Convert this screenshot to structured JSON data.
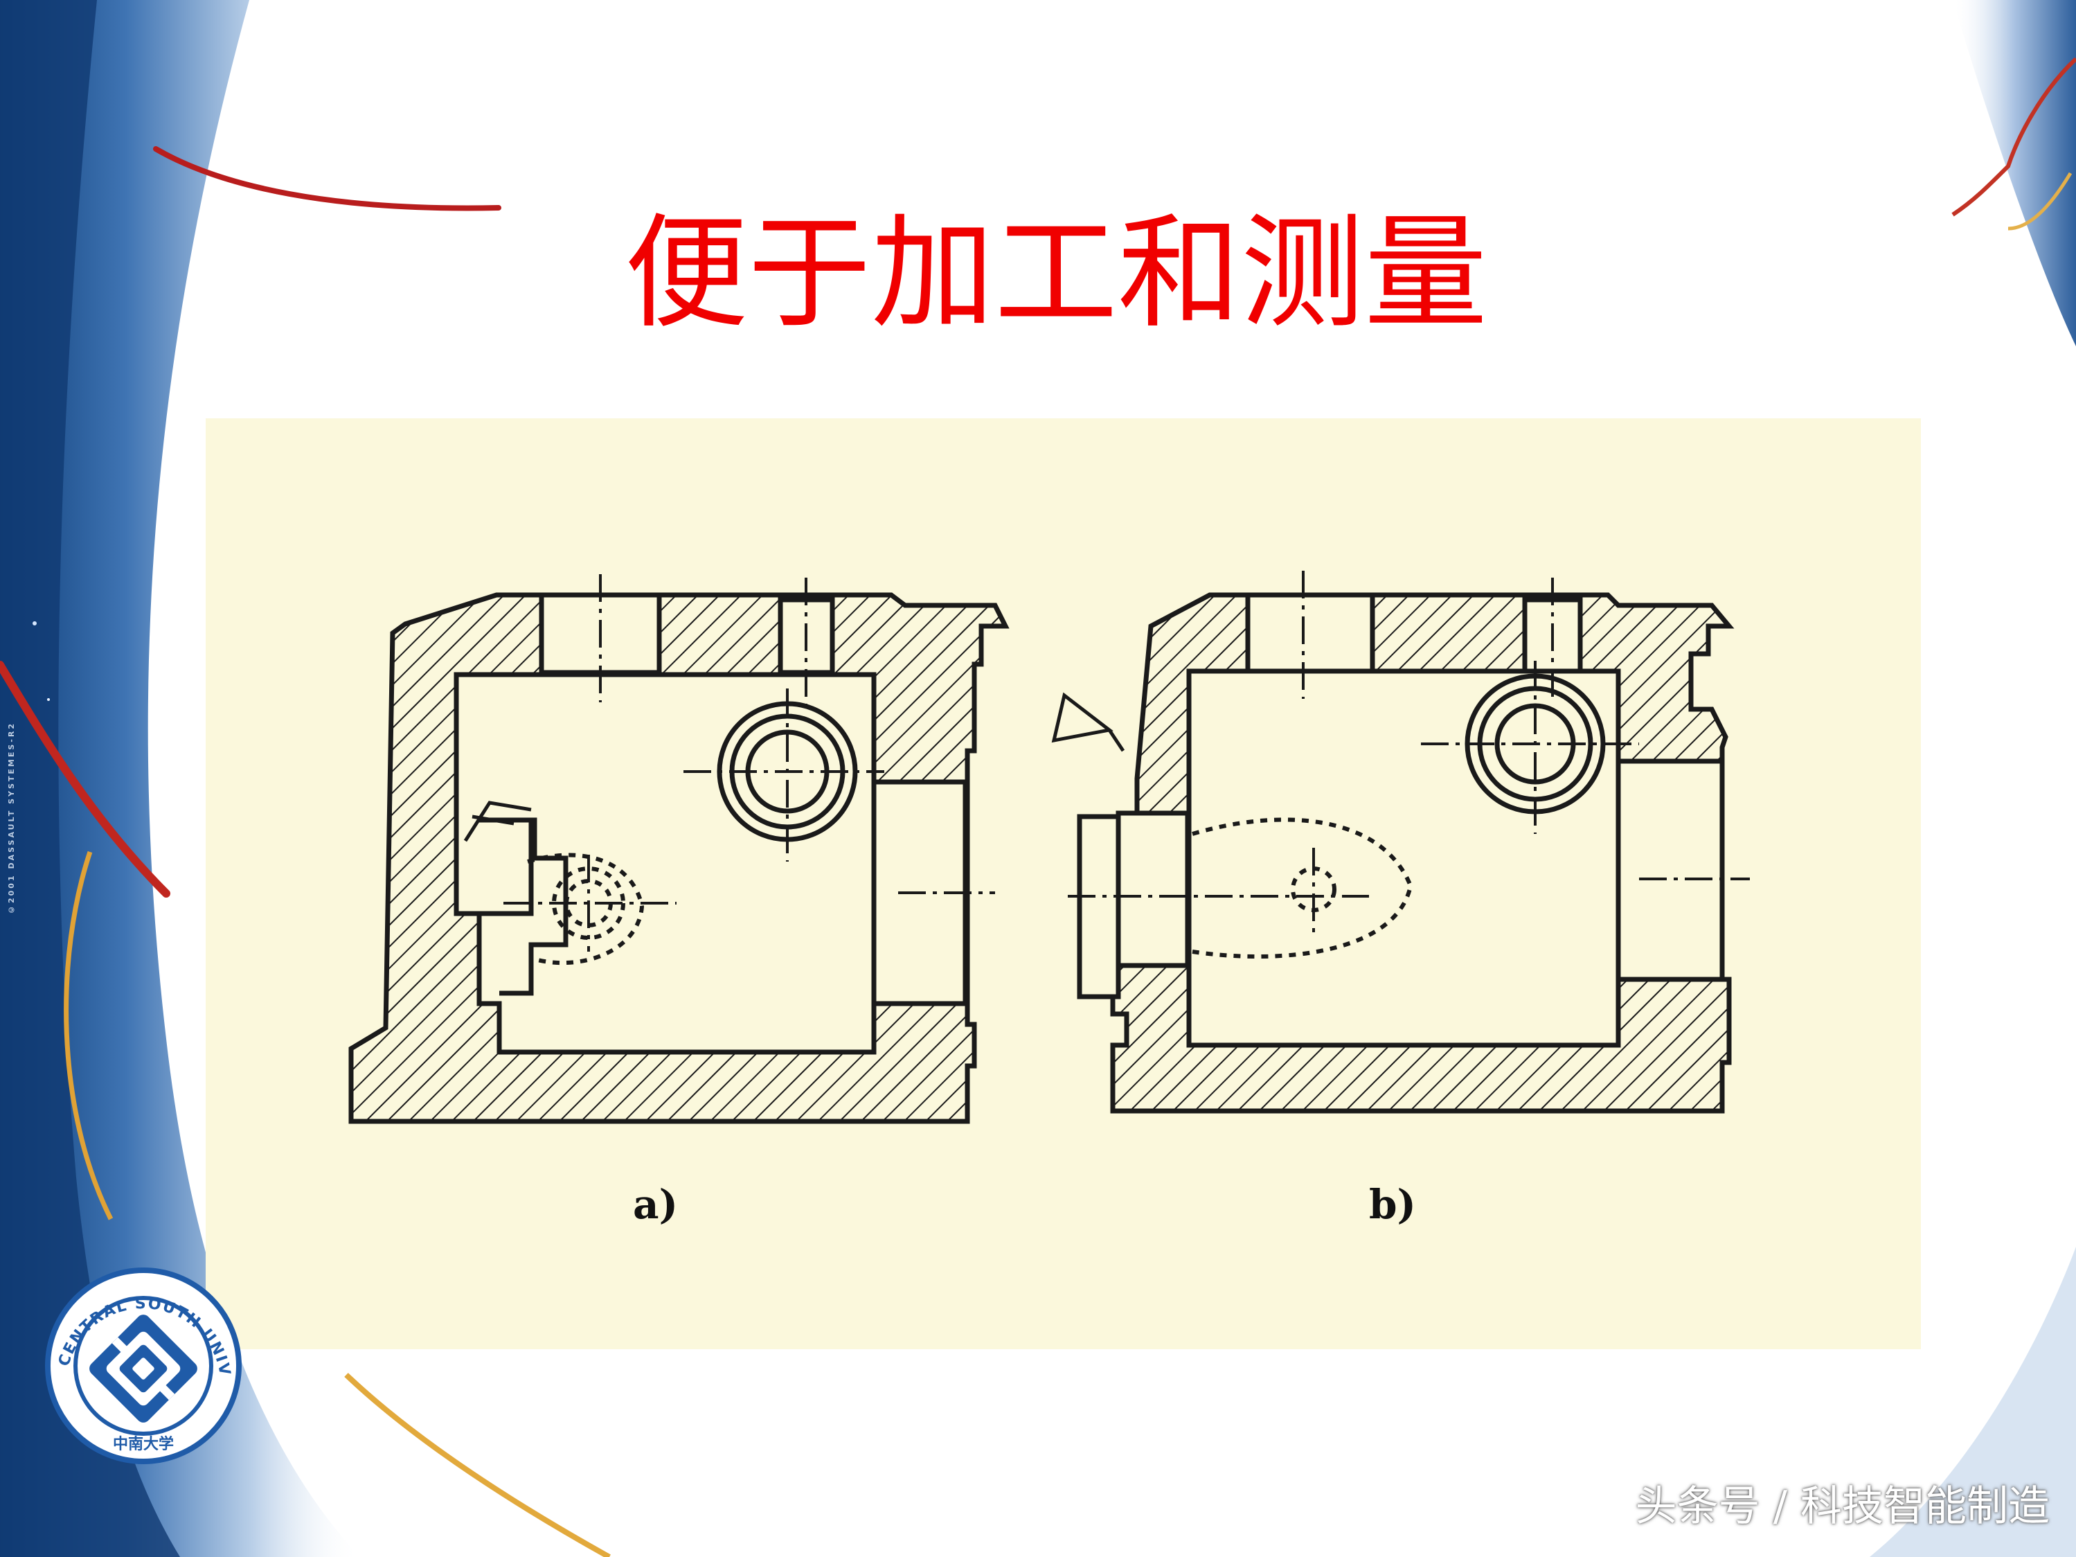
{
  "slide": {
    "title": "便于加工和测量",
    "vertical_text": "©2001 DASSAULT SYSTEMES-R2",
    "watermark": "头条号 / 科技智能制造"
  },
  "figure": {
    "caption_a": "a)",
    "caption_b": "b)"
  },
  "logo": {
    "ring_text": "CENTRAL SOUTH UNIVERSITY",
    "bottom_text": "中南大学"
  },
  "colors": {
    "title": "#f00000",
    "panel_bg": "#fbf8dc",
    "line": "#1a1a1a",
    "logo_blue": "#1f5ba8"
  }
}
